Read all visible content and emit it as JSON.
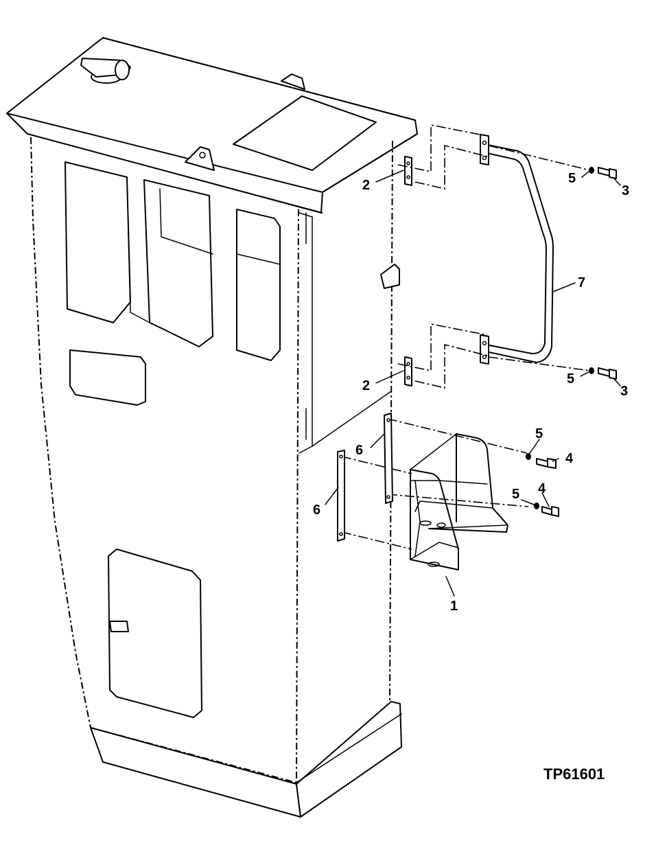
{
  "figure_id": "TP61601",
  "callouts": [
    {
      "id": "c7",
      "label": "7"
    },
    {
      "id": "c2a",
      "label": "2"
    },
    {
      "id": "c2b",
      "label": "2"
    },
    {
      "id": "c5a",
      "label": "5"
    },
    {
      "id": "c3a",
      "label": "3"
    },
    {
      "id": "c5b",
      "label": "5"
    },
    {
      "id": "c3b",
      "label": "3"
    },
    {
      "id": "c5c",
      "label": "5"
    },
    {
      "id": "c4a",
      "label": "4"
    },
    {
      "id": "c5d",
      "label": "5"
    },
    {
      "id": "c4b",
      "label": "4"
    },
    {
      "id": "c6a",
      "label": "6"
    },
    {
      "id": "c6b",
      "label": "6"
    },
    {
      "id": "c1",
      "label": "1"
    }
  ]
}
